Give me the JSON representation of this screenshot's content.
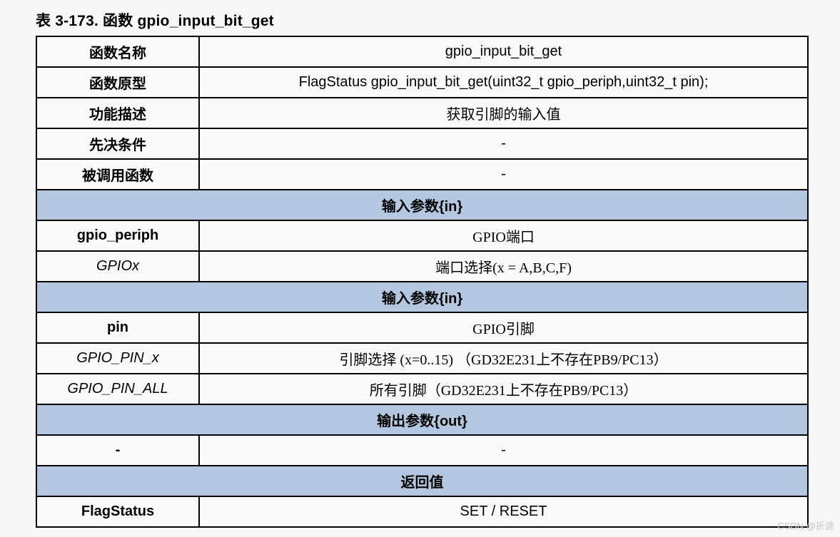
{
  "page": {
    "title": "表 3-173. 函数 gpio_input_bit_get",
    "watermark": "CSDN @折途",
    "colors": {
      "header_blue": "#b4c7e0",
      "cell_bg": "#fafafa",
      "border": "#000000",
      "watermark_gray": "#c4c4c4"
    }
  },
  "table": {
    "rows": [
      {
        "kind": "field",
        "label": "函数名称",
        "value": "gpio_input_bit_get",
        "label_style": "header",
        "value_style": "latin"
      },
      {
        "kind": "field",
        "label": "函数原型",
        "value": "FlagStatus gpio_input_bit_get(uint32_t gpio_periph,uint32_t pin);",
        "label_style": "header",
        "value_style": "latin"
      },
      {
        "kind": "field",
        "label": "功能描述",
        "value": "获取引脚的输入值",
        "label_style": "header",
        "value_style": "cjk"
      },
      {
        "kind": "field",
        "label": "先决条件",
        "value": "-",
        "label_style": "header",
        "value_style": "latin"
      },
      {
        "kind": "field",
        "label": "被调用函数",
        "value": "-",
        "label_style": "header",
        "value_style": "latin"
      },
      {
        "kind": "section",
        "label": "输入参数{in}"
      },
      {
        "kind": "field",
        "label": "gpio_periph",
        "value": "GPIO端口",
        "label_style": "bold",
        "value_style": "cjk"
      },
      {
        "kind": "field",
        "label": "GPIOx",
        "value": "端口选择(x = A,B,C,F)",
        "label_style": "italic",
        "value_style": "cjk"
      },
      {
        "kind": "section",
        "label": "输入参数{in}"
      },
      {
        "kind": "field",
        "label": "pin",
        "value": "GPIO引脚",
        "label_style": "bold",
        "value_style": "cjk"
      },
      {
        "kind": "field",
        "label": "GPIO_PIN_x",
        "value": "引脚选择 (x=0..15) （GD32E231上不存在PB9/PC13）",
        "label_style": "italic",
        "value_style": "cjk"
      },
      {
        "kind": "field",
        "label": "GPIO_PIN_ALL",
        "value": "所有引脚（GD32E231上不存在PB9/PC13）",
        "label_style": "italic",
        "value_style": "cjk"
      },
      {
        "kind": "section",
        "label": "输出参数{out}"
      },
      {
        "kind": "field",
        "label": "-",
        "value": "-",
        "label_style": "bold",
        "value_style": "latin"
      },
      {
        "kind": "section",
        "label": "返回值"
      },
      {
        "kind": "field",
        "label": "FlagStatus",
        "value": "SET / RESET",
        "label_style": "bold",
        "value_style": "latin"
      }
    ]
  }
}
